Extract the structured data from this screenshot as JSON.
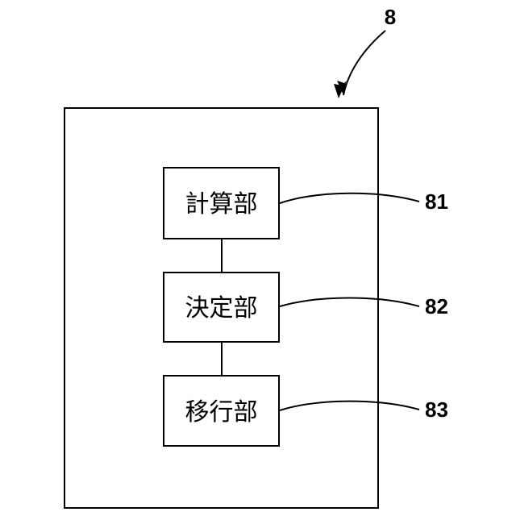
{
  "diagram": {
    "device_label": "8",
    "blocks": [
      {
        "label": "計算部",
        "ref": "81"
      },
      {
        "label": "決定部",
        "ref": "82"
      },
      {
        "label": "移行部",
        "ref": "83"
      }
    ]
  }
}
